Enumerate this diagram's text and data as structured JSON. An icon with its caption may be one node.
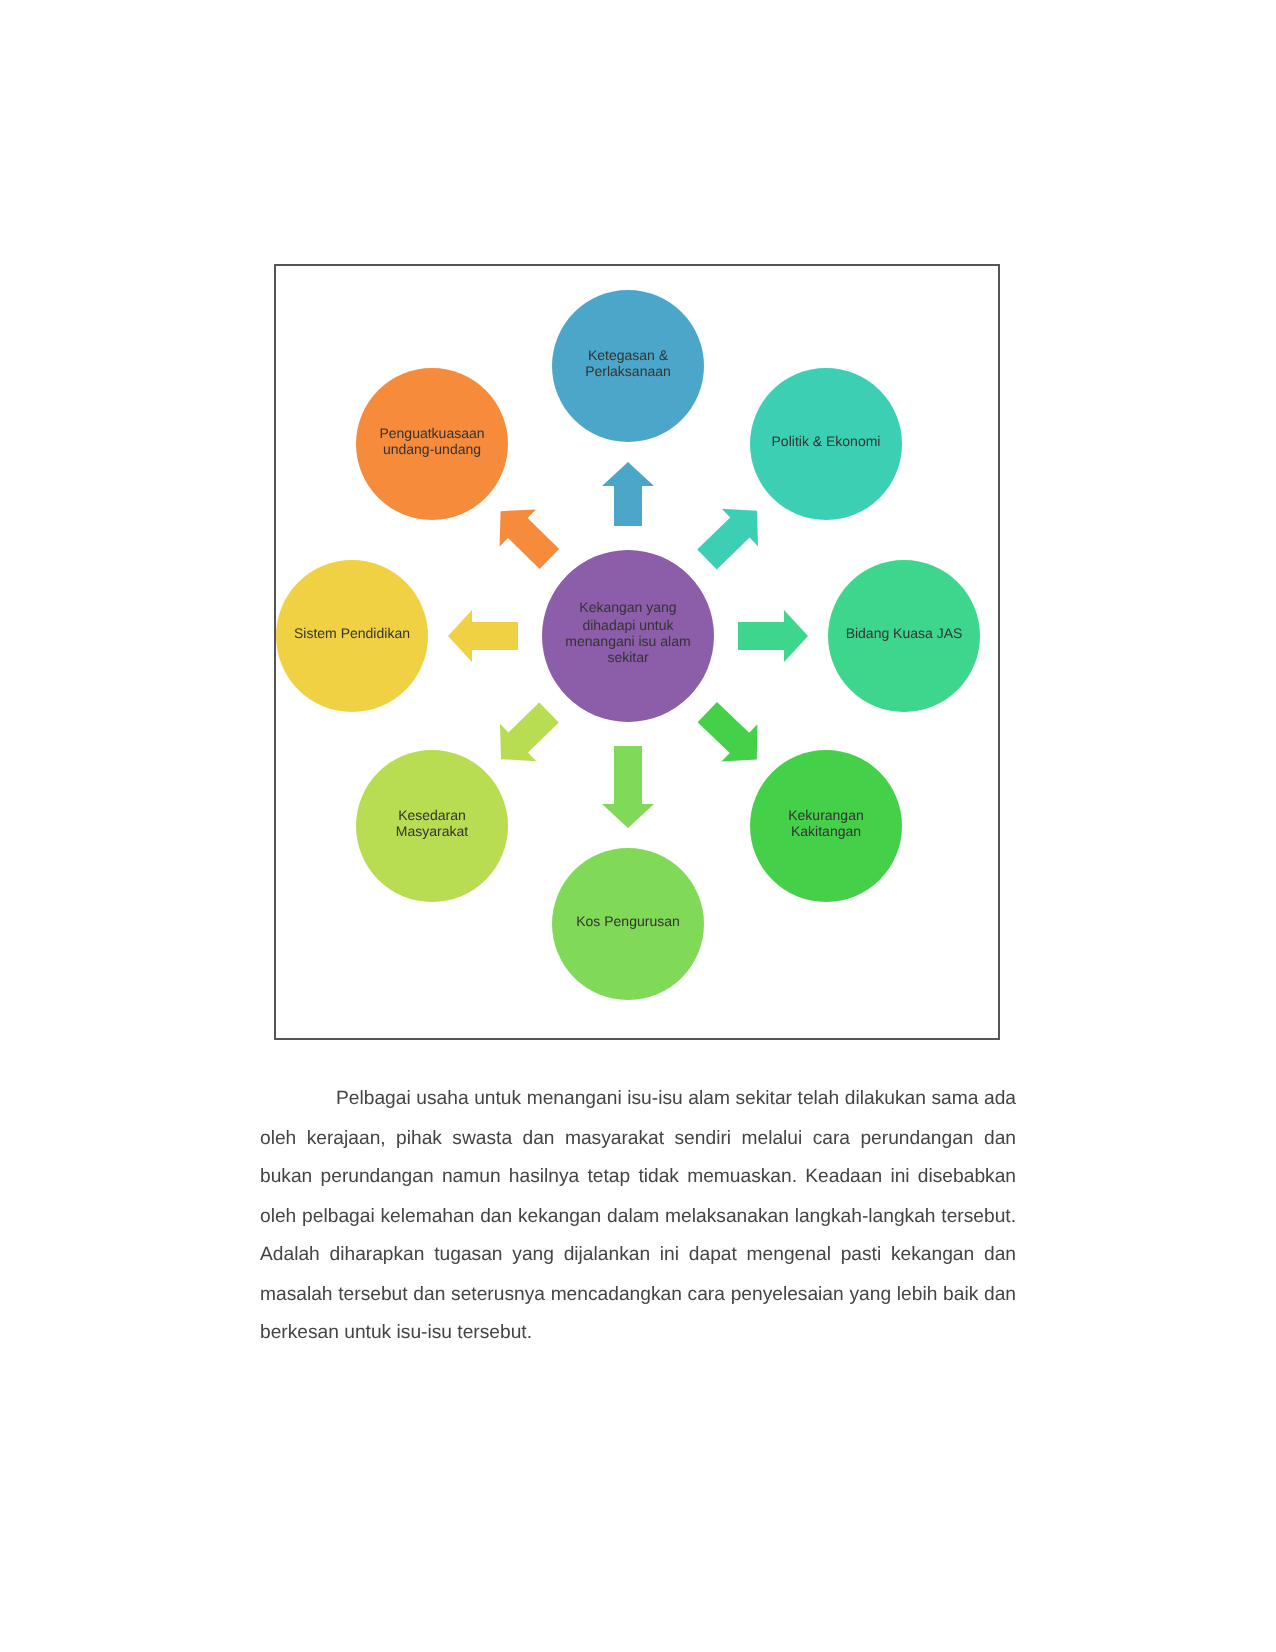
{
  "diagram": {
    "nodes": [
      {
        "text": [
          "Kekangan yang dihadapi untuk menangani isu alam sekitar"
        ]
      },
      {
        "text": [
          "Ketegasan & Perlaksanaan"
        ]
      },
      {
        "text": [
          "Politik & Ekonomi"
        ]
      },
      {
        "text": [
          "Bidang Kuasa JAS"
        ]
      },
      {
        "text": [
          "Kekurangan Kakitangan"
        ]
      },
      {
        "text": [
          "Kos Pengurusan"
        ]
      },
      {
        "text": [
          "Kesedaran Masyarakat"
        ]
      },
      {
        "text": [
          "Sistem Pendidikan"
        ]
      },
      {
        "text": [
          "Penguatkuasaan undang-undang"
        ]
      }
    ],
    "edges": [
      {
        "from": 0,
        "to": 1,
        "arrow": "to",
        "color": "#4ba6c9"
      },
      {
        "from": 0,
        "to": 2,
        "arrow": "to",
        "color": "#3ccfb4"
      },
      {
        "from": 0,
        "to": 3,
        "arrow": "to",
        "color": "#3dd68c"
      },
      {
        "from": 0,
        "to": 4,
        "arrow": "to",
        "color": "#45d04a"
      },
      {
        "from": 0,
        "to": 5,
        "arrow": "to",
        "color": "#80d957"
      },
      {
        "from": 0,
        "to": 6,
        "arrow": "to",
        "color": "#b8dd52"
      },
      {
        "from": 0,
        "to": 7,
        "arrow": "to",
        "color": "#f0d143"
      },
      {
        "from": 0,
        "to": 8,
        "arrow": "to",
        "color": "#f58b3b"
      }
    ],
    "labels": [
      "Pelbagai usaha untuk menangani isu-isu alam sekitar telah dilakukan sama ada oleh kerajaan, pihak swasta dan masyarakat sendiri melalui cara perundangan dan bukan perundangan namun hasilnya tetap tidak memuaskan. Keadaan ini disebabkan oleh pelbagai kelemahan dan kekangan dalam melaksanakan langkah-langkah tersebut. Adalah diharapkan tugasan yang dijalankan ini dapat mengenal pasti kekangan dan masalah tersebut dan seterusnya mencadangkan cara penyelesaian yang lebih baik dan berkesan untuk isu-isu tersebut."
    ]
  }
}
